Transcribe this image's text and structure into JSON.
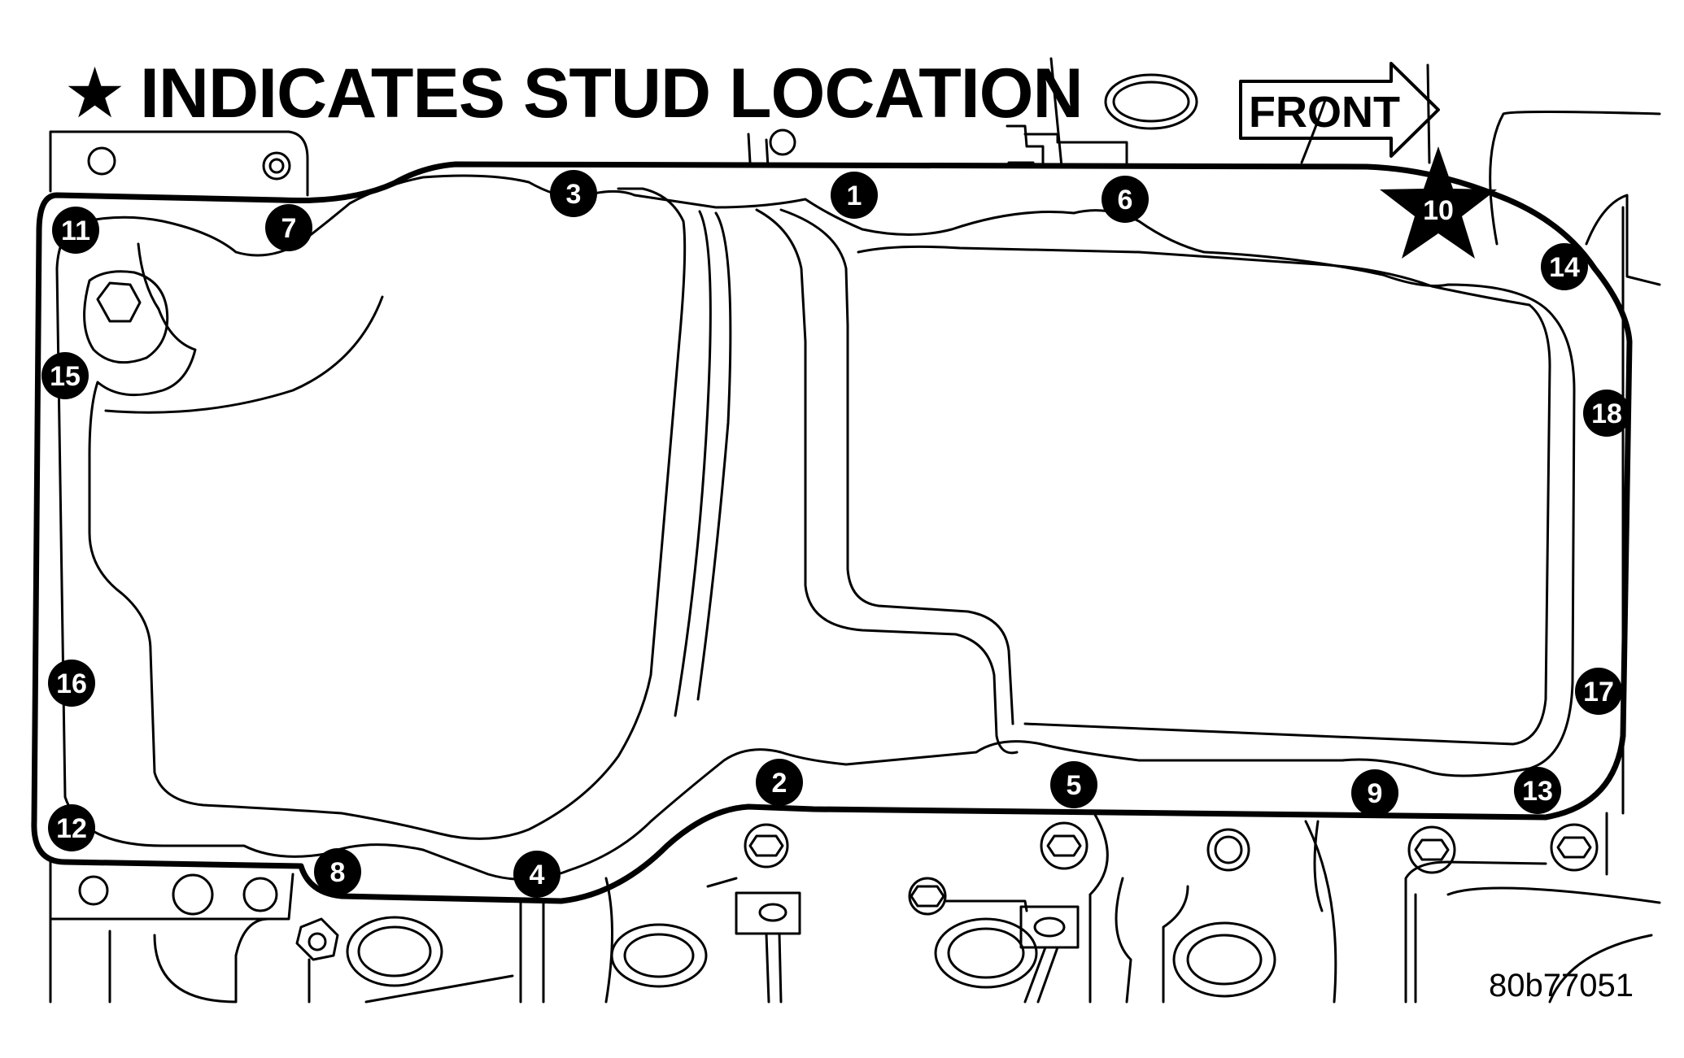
{
  "legend": {
    "symbol": "★",
    "text": "INDICATES STUD LOCATION"
  },
  "direction_label": "FRONT",
  "figure_id": "80b77051",
  "stud_bolt": "10",
  "bolts": [
    "1",
    "2",
    "3",
    "4",
    "5",
    "6",
    "7",
    "8",
    "9",
    "10",
    "11",
    "12",
    "13",
    "14",
    "15",
    "16",
    "17",
    "18"
  ],
  "colors": {
    "ink": "#000000",
    "paper": "#ffffff"
  }
}
